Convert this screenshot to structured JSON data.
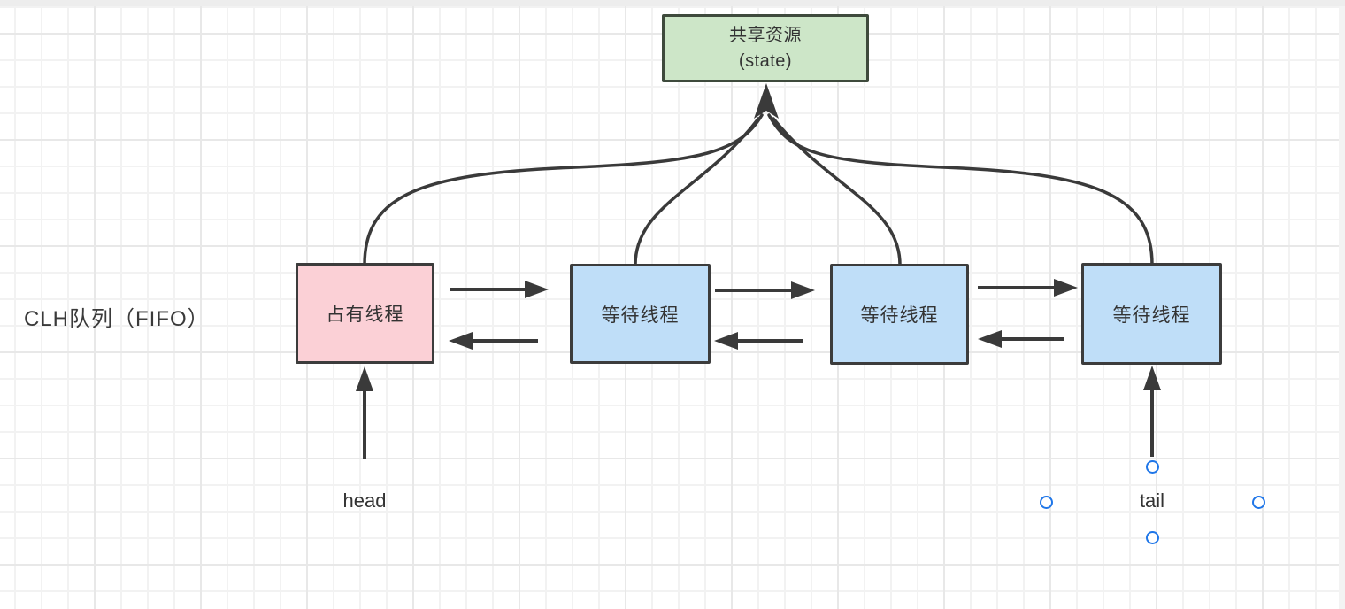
{
  "app": {
    "type": "diagram-editor-canvas"
  },
  "diagram": {
    "queue_label": "CLH队列（FIFO）",
    "shared_resource": {
      "line1": "共享资源",
      "line2": "(state)"
    },
    "nodes": [
      {
        "label": "占有线程",
        "role": "owner-thread"
      },
      {
        "label": "等待线程",
        "role": "waiting-thread"
      },
      {
        "label": "等待线程",
        "role": "waiting-thread"
      },
      {
        "label": "等待线程",
        "role": "waiting-thread"
      }
    ],
    "pointers": {
      "head": "head",
      "tail": "tail"
    },
    "colors": {
      "owner_fill": "#fbd0d6",
      "waiting_fill": "#bfdef8",
      "shared_fill": "#cde6c8",
      "stroke": "#3a3a3a",
      "selection_handle": "#1f76e8",
      "grid_minor": "#f2f2f2",
      "grid_major": "#e8e8e8",
      "canvas_bg": "#ffffff",
      "top_strip": "#ededed"
    }
  }
}
